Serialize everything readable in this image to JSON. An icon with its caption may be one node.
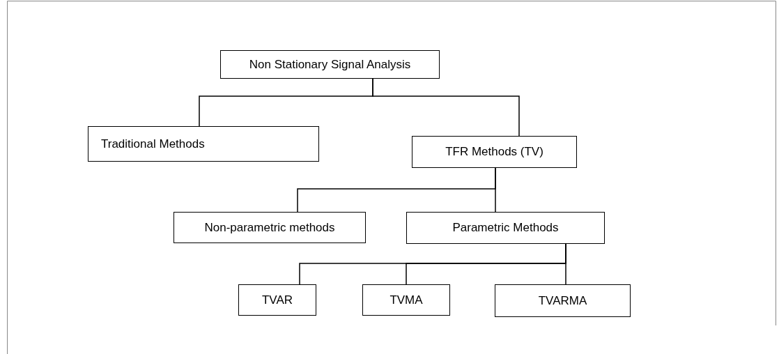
{
  "diagram": {
    "nodes": [
      {
        "text": [
          "Non Stationary Signal Analysis"
        ]
      },
      {
        "text": [
          "Traditional Methods"
        ]
      },
      {
        "text": [
          "TFR Methods (TV)"
        ]
      },
      {
        "text": [
          "Non-parametric methods"
        ]
      },
      {
        "text": [
          "Parametric Methods"
        ]
      },
      {
        "text": [
          "TVAR"
        ]
      },
      {
        "text": [
          "TVMA"
        ]
      },
      {
        "text": [
          "TVARMA"
        ]
      }
    ],
    "edges": [
      {
        "from": 0,
        "to": 1,
        "arrow": "none"
      },
      {
        "from": 0,
        "to": 2,
        "arrow": "none"
      },
      {
        "from": 2,
        "to": 3,
        "arrow": "none"
      },
      {
        "from": 2,
        "to": 4,
        "arrow": "none"
      },
      {
        "from": 4,
        "to": 5,
        "arrow": "none"
      },
      {
        "from": 4,
        "to": 6,
        "arrow": "none"
      },
      {
        "from": 4,
        "to": 7,
        "arrow": "none"
      }
    ]
  }
}
